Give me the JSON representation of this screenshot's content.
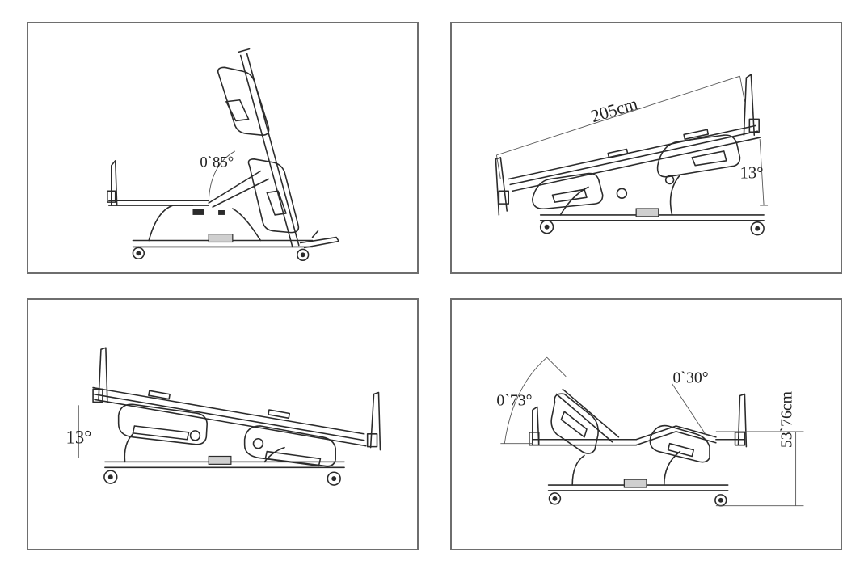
{
  "panels": [
    {
      "id": "standing",
      "labels": {
        "back_angle": "0`85°"
      }
    },
    {
      "id": "tilt-head-up",
      "labels": {
        "length": "205cm",
        "tilt": "13°"
      }
    },
    {
      "id": "tilt-head-down",
      "labels": {
        "tilt": "13°"
      }
    },
    {
      "id": "profiling",
      "labels": {
        "back_angle": "0`73°",
        "knee_angle": "0`30°",
        "height": "53`76cm"
      }
    }
  ]
}
